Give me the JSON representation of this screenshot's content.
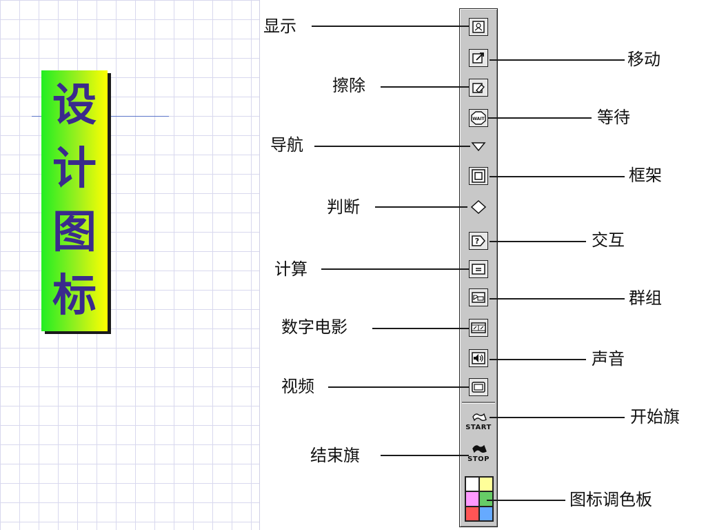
{
  "slide": {
    "title": "设计图标"
  },
  "labels": {
    "display": "显示",
    "motion": "移动",
    "erase": "擦除",
    "wait": "等待",
    "navigate": "导航",
    "framework": "框架",
    "decision": "判断",
    "interaction": "交互",
    "calculation": "计算",
    "map": "群组",
    "digital_movie": "数字电影",
    "sound": "声音",
    "video": "视频",
    "start_flag": "开始旗",
    "stop_flag": "结束旗",
    "color_palette": "图标调色板"
  },
  "palette": {
    "wait_text": "WAIT",
    "start_text": "START",
    "stop_text": "STOP",
    "colors": [
      "#ffffff",
      "#ffff99",
      "#ff99ff",
      "#66cc66",
      "#ff5555",
      "#66aaff"
    ]
  },
  "colors": {
    "title_text": "#3a2a8c",
    "title_gradient_start": "#22ee22",
    "title_gradient_end": "#ffff00"
  }
}
